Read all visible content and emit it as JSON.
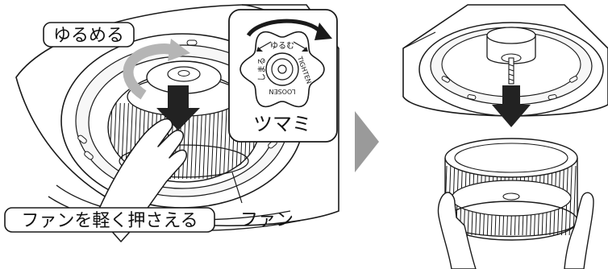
{
  "labels": {
    "loosen_callout": "ゆるめる",
    "press_fan_callout": "ファンを軽く押さえる",
    "fan": "ファン",
    "knob": "ツマミ"
  },
  "knob_markings": {
    "loosen_jp": "ゆるむ",
    "tighten_jp": "しまる",
    "tighten_en": "TIGHTEN",
    "loosen_en": "LOOSEN"
  },
  "colors": {
    "line": "#1a1a1a",
    "arrow_dark": "#222222",
    "arrow_gray": "#9a9a9a",
    "rotate_gray": "#b5b5b5",
    "fill_white": "#ffffff",
    "hood_shade": "#f2f2f2"
  },
  "icons": {
    "step_arrow": "chevron-right-icon",
    "press_arrow": "down-arrow-icon",
    "rotate_arrow": "counterclockwise-arrow-icon"
  }
}
